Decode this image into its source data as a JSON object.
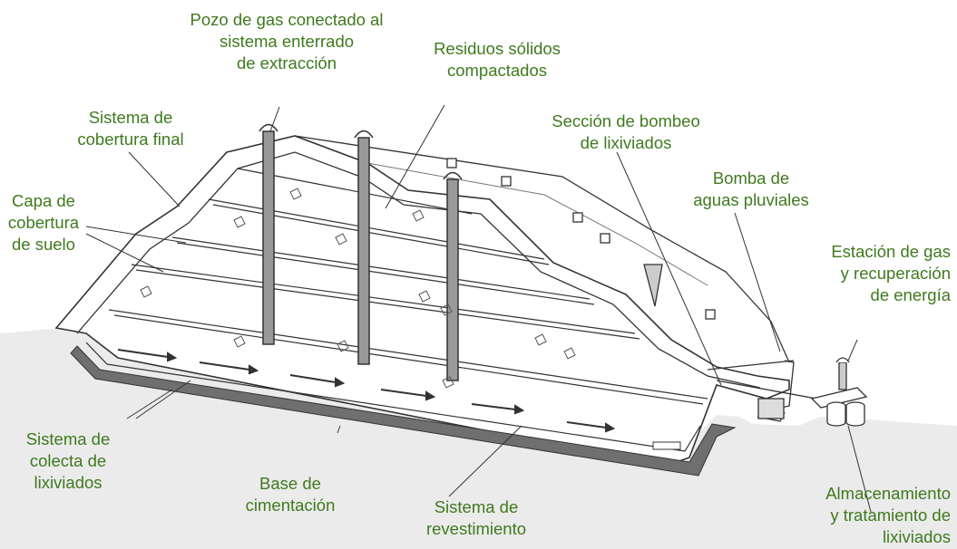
{
  "colors": {
    "label_text": "#3f7a1e",
    "line": "#333333",
    "ground_fill": "#ebebeb",
    "liner": "#6f6f6f",
    "landfill_fill": "#ffffff"
  },
  "labels": {
    "gas_well": [
      "Pozo de gas conectado al",
      "sistema enterrado",
      "de extracción"
    ],
    "compacted_waste": [
      "Residuos sólidos",
      "compactados"
    ],
    "final_cover": [
      "Sistema de",
      "cobertura final"
    ],
    "pump_section": [
      "Sección de bombeo",
      "de lixiviados"
    ],
    "storm_pump": [
      "Bomba de",
      "aguas pluviales"
    ],
    "soil_cover": [
      "Capa de",
      "cobertura",
      "de suelo"
    ],
    "gas_station": [
      "Estación de gas",
      "y recuperación",
      "de energía"
    ],
    "leachate_collection": [
      "Sistema de",
      "colecta de",
      "lixiviados"
    ],
    "foundation": [
      "Base de",
      "cimentación"
    ],
    "liner_system": [
      "Sistema de",
      "revestimiento"
    ],
    "storage_treatment": [
      "Almacenamiento",
      "y tratamiento de",
      "lixiviados"
    ]
  },
  "icons": [
    "gas-well-pipe",
    "leachate-pump-icon",
    "waste-symbol-icon",
    "flow-arrow-icon",
    "gas-station-icon",
    "storage-tank-icon"
  ]
}
